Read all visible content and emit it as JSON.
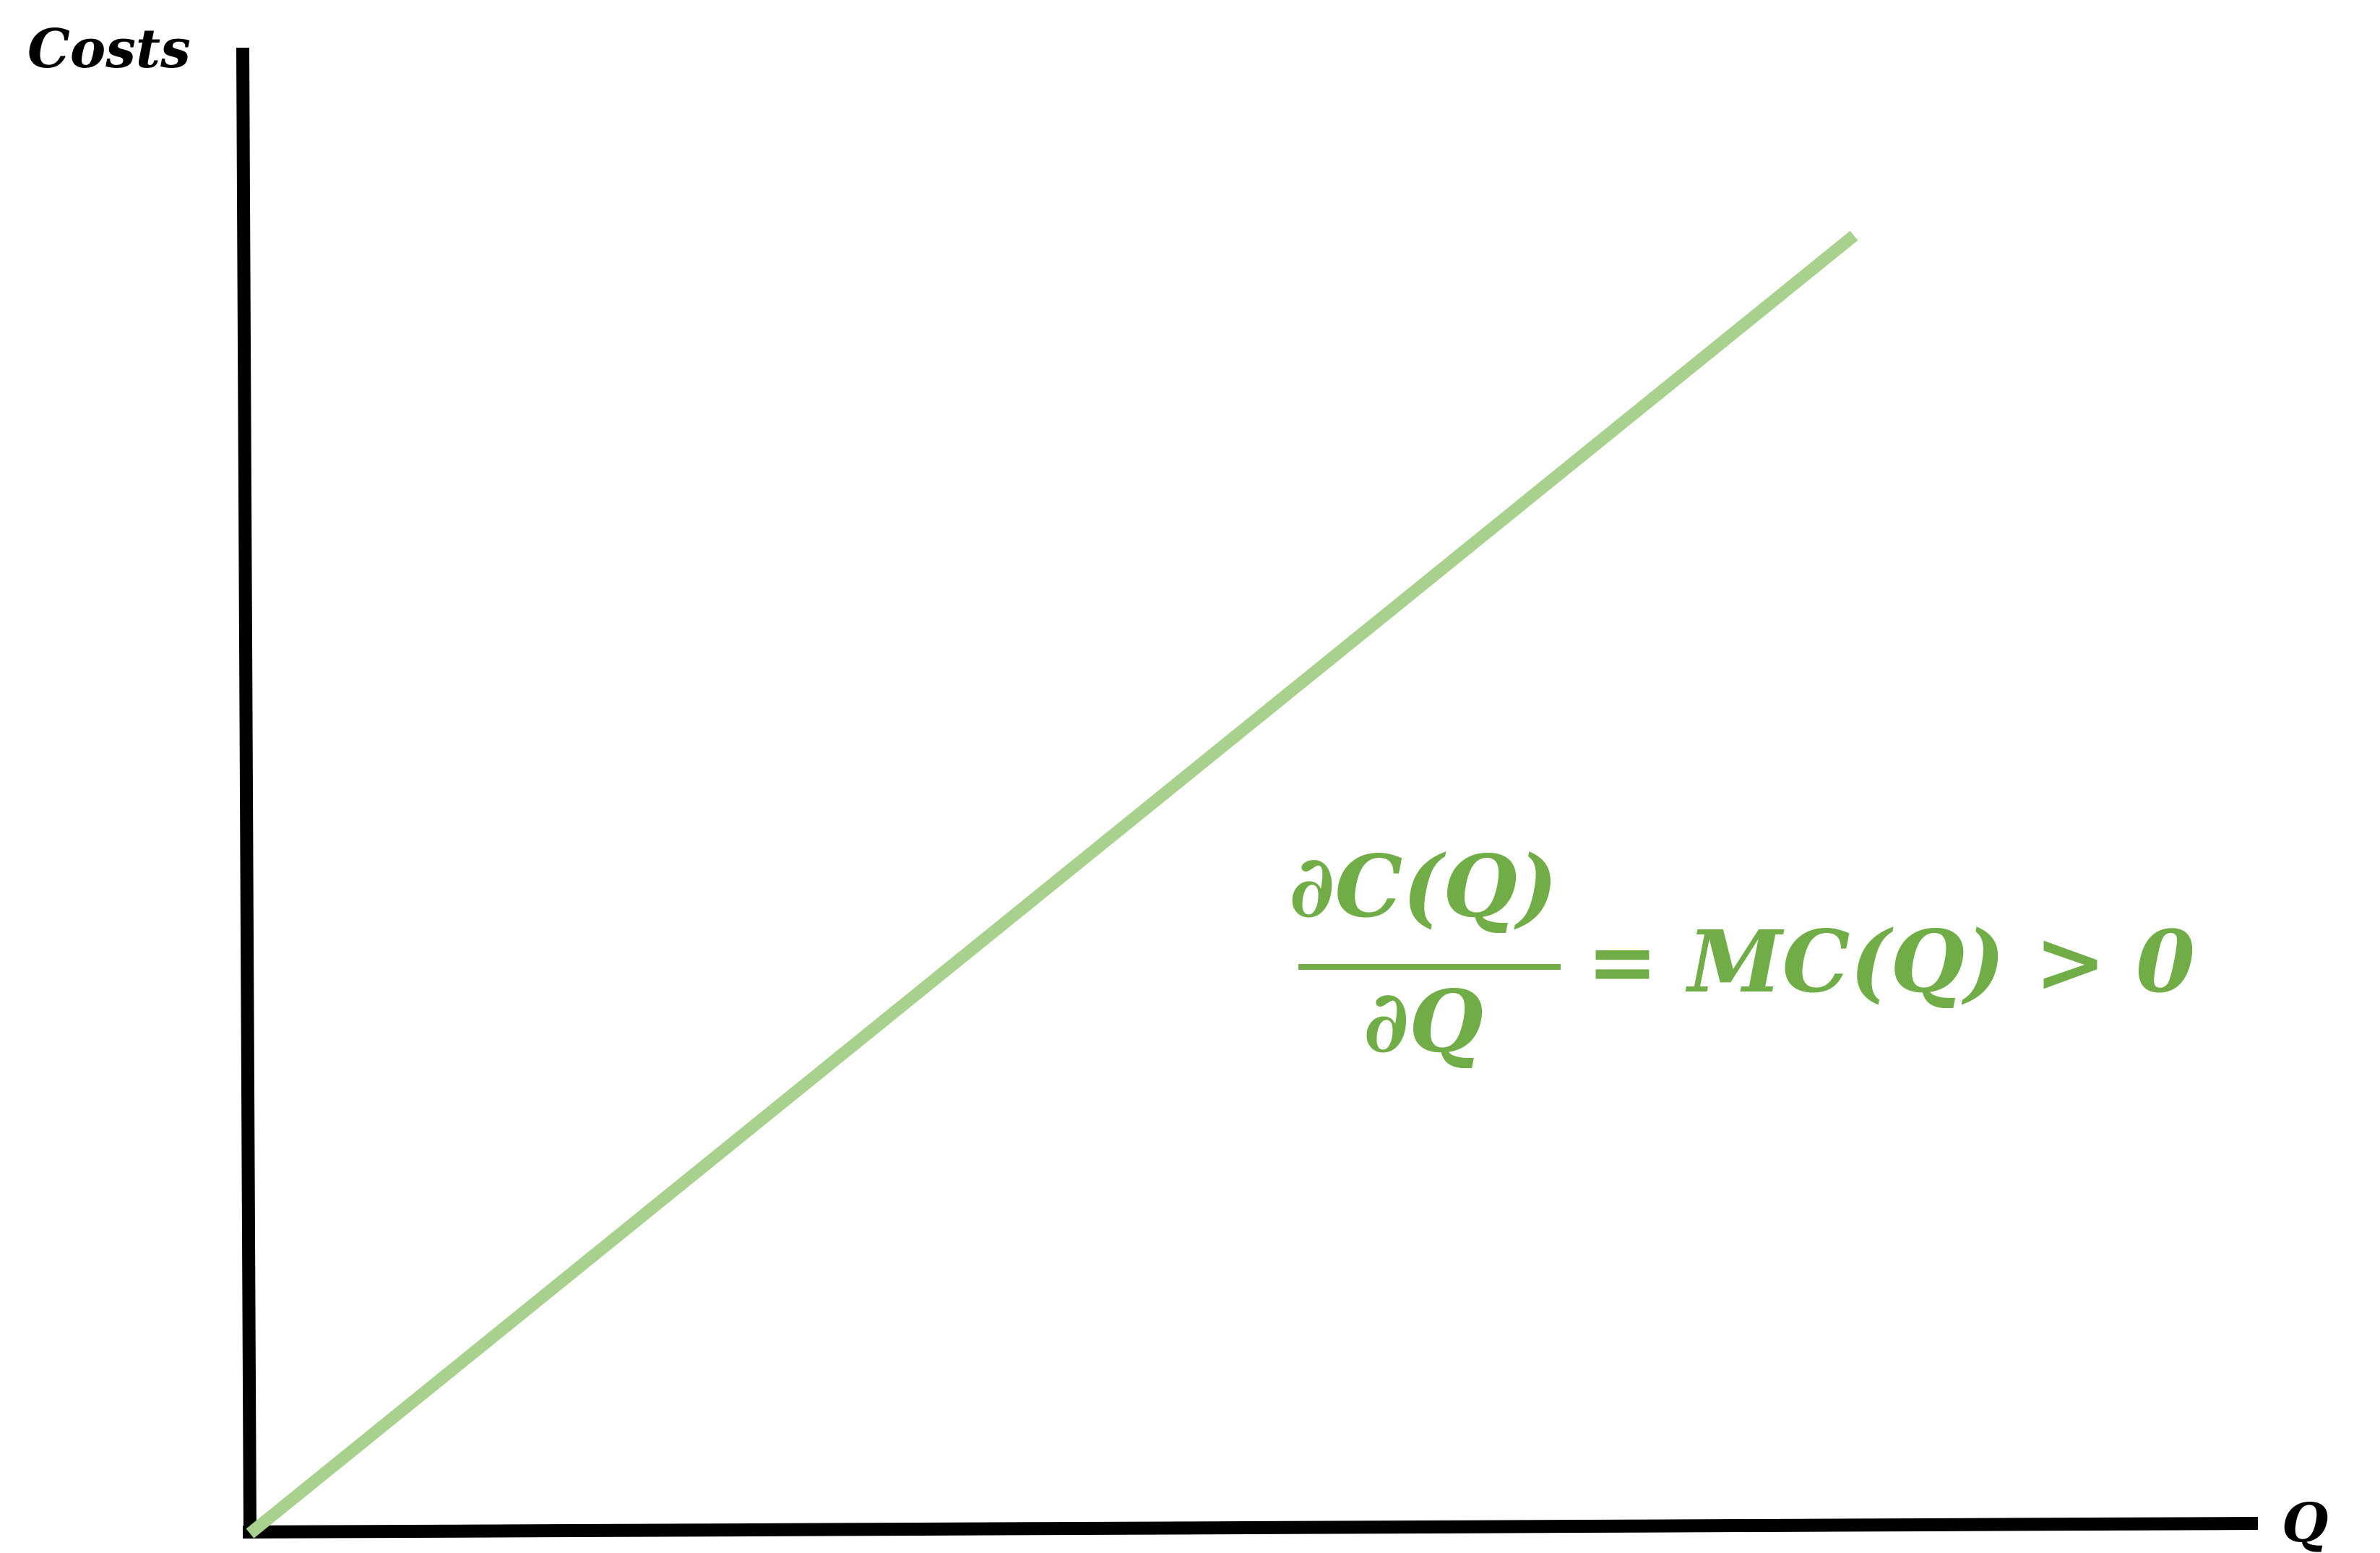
{
  "axes": {
    "y_label": "Costs",
    "x_label": "Q"
  },
  "formula": {
    "numerator": "∂C(Q)",
    "denominator": "∂Q",
    "rhs": "= MC(Q) > 0"
  },
  "colors": {
    "axis": "#000000",
    "cost_line": "#a9d18e",
    "formula": "#70ad47"
  }
}
